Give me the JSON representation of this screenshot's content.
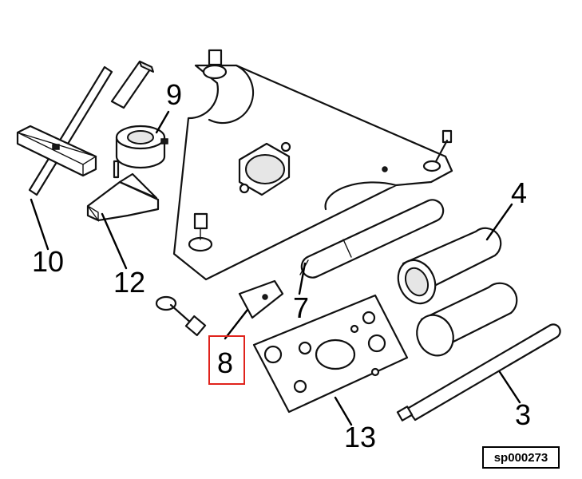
{
  "diagram": {
    "callouts": [
      {
        "id": "4",
        "label": "4"
      },
      {
        "id": "9",
        "label": "9"
      },
      {
        "id": "10",
        "label": "10"
      },
      {
        "id": "12",
        "label": "12"
      },
      {
        "id": "7",
        "label": "7"
      },
      {
        "id": "8",
        "label": "8"
      },
      {
        "id": "13",
        "label": "13"
      },
      {
        "id": "3",
        "label": "3"
      }
    ],
    "highlight": {
      "callout": "8",
      "color": "#e0231c"
    },
    "reference_code": "sp000273"
  }
}
